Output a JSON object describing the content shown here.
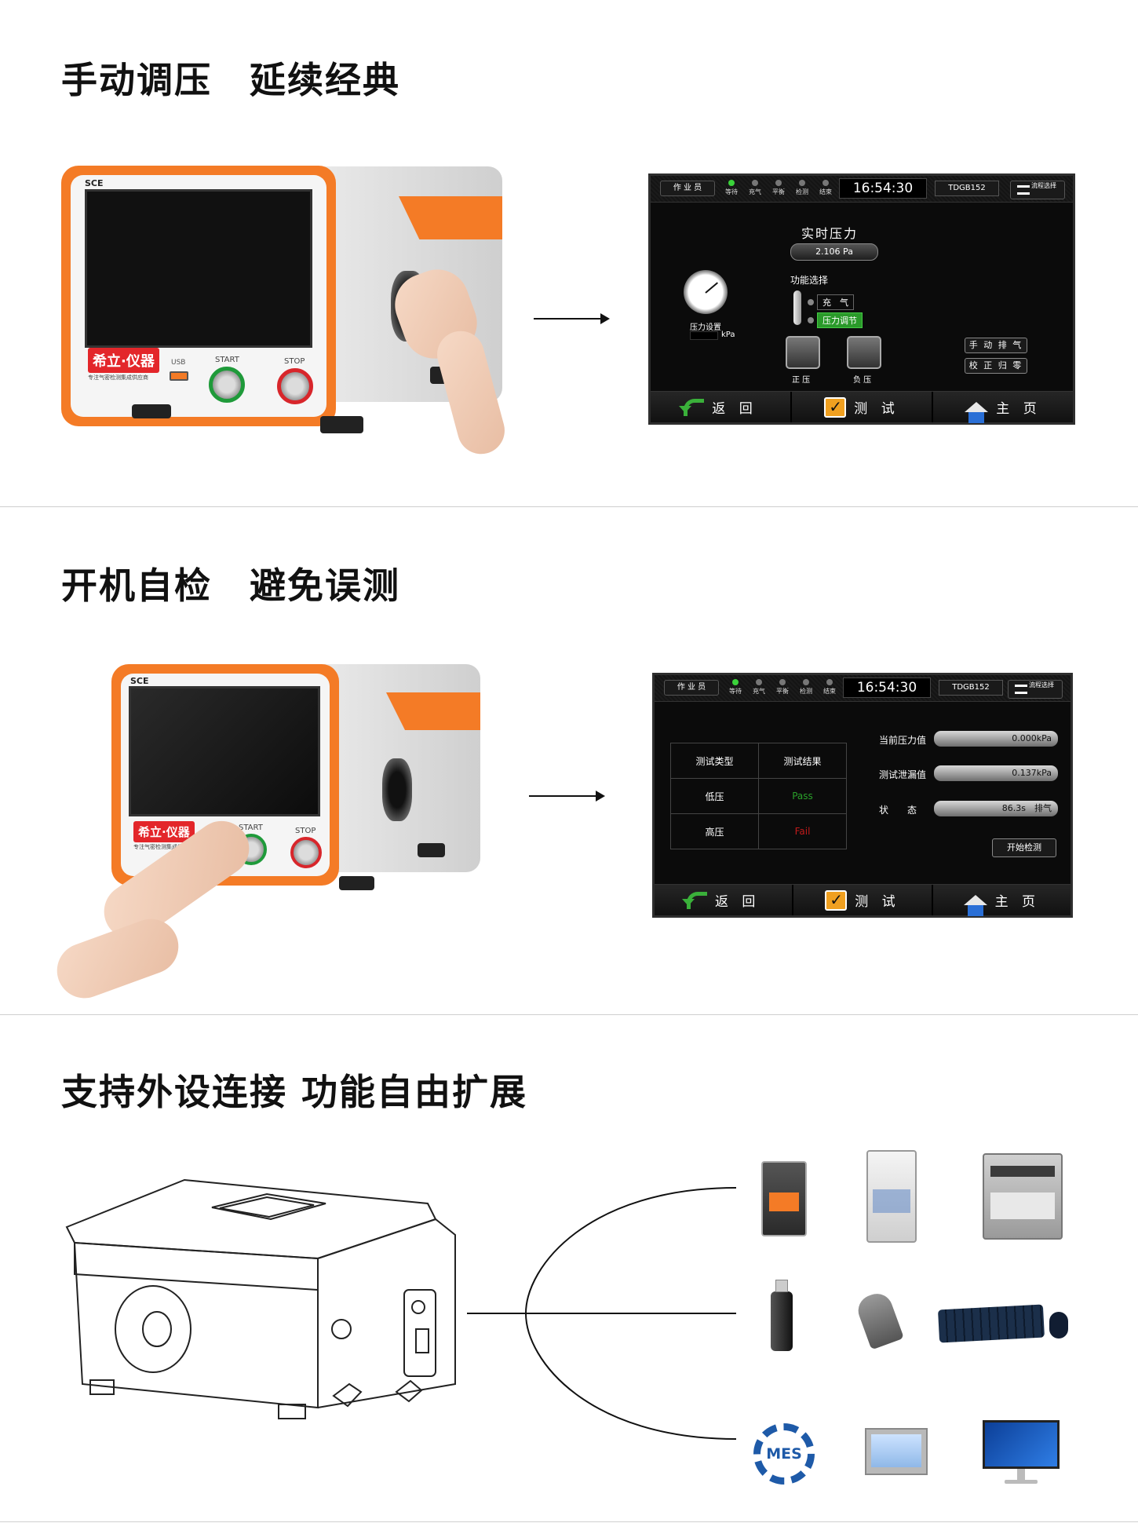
{
  "sections": [
    {
      "title": "手动调压　延续经典"
    },
    {
      "title": "开机自检　避免误测"
    },
    {
      "title": "支持外设连接  功能自由扩展"
    }
  ],
  "device": {
    "logo_text": "SCE",
    "brand": "希立·仪器",
    "brand_sub": "专注气密检测集成供应商",
    "usb_label": "USB",
    "start_label": "START",
    "stop_label": "STOP"
  },
  "screen_common": {
    "operator": "作 业 员",
    "steps": [
      "等待",
      "充气",
      "平衡",
      "检测",
      "结束"
    ],
    "time": "16:54:30",
    "model": "TDGB152",
    "flow_label": "流程选择",
    "nav": [
      "返 回",
      "测 试",
      "主 页"
    ]
  },
  "screen1": {
    "realtime_label": "实时压力",
    "realtime_value": "2.106 Pa",
    "function_label": "功能选择",
    "opt_charge": "充　气",
    "opt_pressure": "压力调节",
    "pressure_set": "压力设置",
    "unit": "kPa",
    "positive": "正 压",
    "negative": "负 压",
    "manual_exhaust": "手 动 排 气",
    "calibrate_zero": "校 正 归 零"
  },
  "screen2": {
    "table_headers": [
      "测试类型",
      "测试结果"
    ],
    "rows": [
      {
        "type": "低压",
        "result": "Pass",
        "color": "#2aa02a"
      },
      {
        "type": "高压",
        "result": "Fail",
        "color": "#c21a1a"
      }
    ],
    "current_pressure_label": "当前压力值",
    "current_pressure": "0.000kPa",
    "leak_label": "测试泄漏值",
    "leak_value": "0.137kPa",
    "status_label": "状　　态",
    "status_value": "86.3s　排气",
    "start_btn": "开始检测"
  },
  "peripherals": {
    "mes_label": "MES"
  },
  "colors": {
    "orange": "#f47b26",
    "brand_red": "#e3262a",
    "start_green": "#1f9a3a",
    "stop_red": "#d8262b"
  }
}
